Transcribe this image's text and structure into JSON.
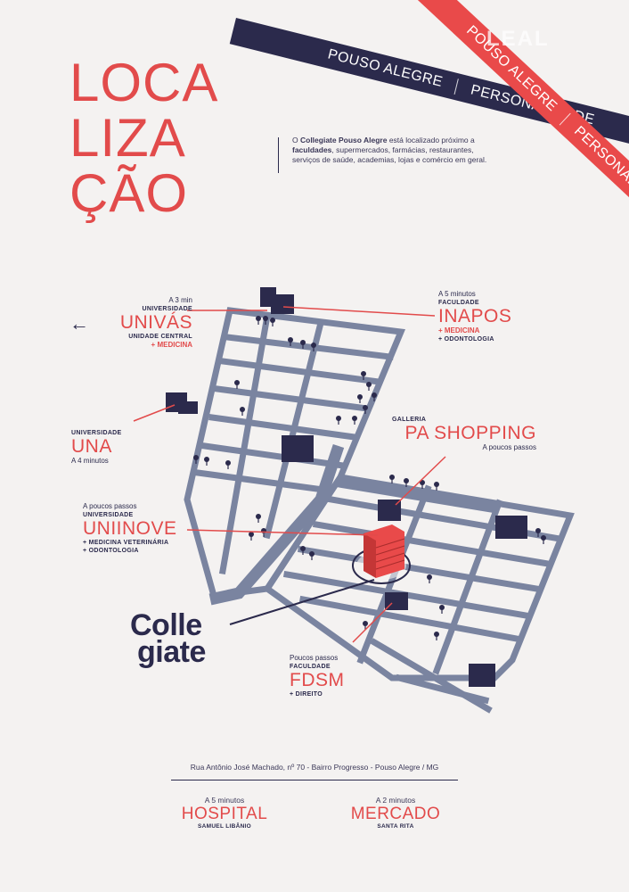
{
  "ribbons": {
    "dark_text_1": "POUSO ALEGRE",
    "dark_text_2": "PERSONALIDADE",
    "red_text_1": "POUSO ALEGRE",
    "red_text_2": "PERSONALIDADE",
    "colors": {
      "dark": "#2b2a4c",
      "red": "#e94a4a"
    }
  },
  "logo": {
    "text": "LEAL"
  },
  "title": {
    "line1": "LOCA",
    "line2": "LIZA",
    "line3": "ÇÃO",
    "color": "#e24b4b"
  },
  "intro": {
    "prefix": "O ",
    "brand": "Collegiate Pouso Alegre",
    "middle": " está localizado próximo a ",
    "highlight": "faculdades",
    "rest": ", supermercados, farmácias, restaurantes, serviços de saúde, academias, lojas e comércio em geral."
  },
  "places": {
    "univas": {
      "time": "A 3 min",
      "kind": "UNIVERSIDADE",
      "name": "UNIVÁS",
      "sub": "UNIDADE CENTRAL",
      "extra": "+ MEDICINA"
    },
    "inapos": {
      "time": "A 5 minutos",
      "kind": "FACULDADE",
      "name": "INAPOS",
      "extra1": "+ MEDICINA",
      "extra2": "+ ODONTOLOGIA"
    },
    "una": {
      "kind": "UNIVERSIDADE",
      "name": "UNA",
      "time": "A 4 minutos"
    },
    "pa_shopping": {
      "kind": "GALLERIA",
      "name": "PA SHOPPING",
      "time": "A poucos passos"
    },
    "uninove": {
      "time": "A poucos passos",
      "kind": "UNIVERSIDADE",
      "name": "UNIINOVE",
      "extra1": "+ MEDICINA VETERINÁRIA",
      "extra2": "+ ODONTOLOGIA"
    },
    "fdsm": {
      "time": "Poucos passos",
      "kind": "FACULDADE",
      "name": "FDSM",
      "extra": "+ DIREITO"
    }
  },
  "collegiate": {
    "line1": "Colle",
    "line2": "giate"
  },
  "address": "Rua Antônio José Machado, nº 70 - Bairro Progresso - Pouso Alegre / MG",
  "bottom": {
    "hospital": {
      "time": "A 5 minutos",
      "name": "HOSPITAL",
      "sub": "SAMUEL LIBÂNIO"
    },
    "mercado": {
      "time": "A 2 minutos",
      "name": "MERCADO",
      "sub": "SANTA RITA"
    }
  },
  "icons": {
    "arrow": "arrow-left-icon"
  },
  "colors": {
    "accent": "#e24b4b",
    "navy": "#2b2a4c",
    "road": "#7a84a0",
    "background": "#f4f2f1"
  }
}
